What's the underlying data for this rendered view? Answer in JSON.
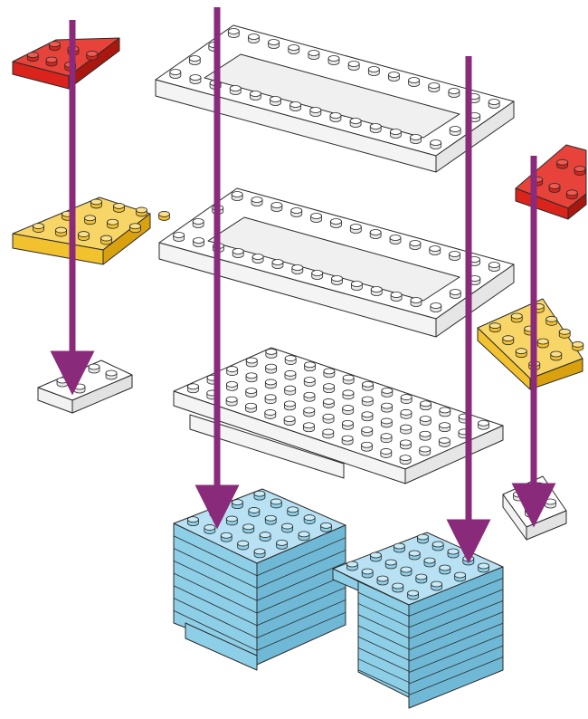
{
  "diagram": {
    "kind": "exploded brick assembly illustration",
    "text_labels": []
  },
  "colors": {
    "background": "#ffffff",
    "outline": "#2b2b2b",
    "brick_red": "#d9231b",
    "brick_yellow": "#f2c12e",
    "brick_white": "#ffffff",
    "brick_blue": "#8ecfe8",
    "assembly_arrow": "#8a2a7a"
  },
  "parts": [
    {
      "id": "red-plate-left",
      "color": "red"
    },
    {
      "id": "yellow-plate-left",
      "color": "yellow"
    },
    {
      "id": "white-plate-left-small",
      "color": "white"
    },
    {
      "id": "white-frame-top",
      "color": "white"
    },
    {
      "id": "white-frame-middle",
      "color": "white"
    },
    {
      "id": "white-layer-bottom",
      "color": "white"
    },
    {
      "id": "blue-block-left",
      "color": "blue"
    },
    {
      "id": "blue-block-right",
      "color": "blue"
    },
    {
      "id": "red-plate-right",
      "color": "red"
    },
    {
      "id": "yellow-plate-right",
      "color": "yellow"
    },
    {
      "id": "white-plate-right-small",
      "color": "white"
    }
  ],
  "arrows": [
    {
      "id": "arrow-left",
      "from": "red-plate-left",
      "to": "white-plate-left-small"
    },
    {
      "id": "arrow-center-left",
      "from": "white-frame-top",
      "to": "blue-block-left"
    },
    {
      "id": "arrow-center-right",
      "from": "white-frame-top",
      "to": "blue-block-right"
    },
    {
      "id": "arrow-right",
      "from": "red-plate-right",
      "to": "white-plate-right-small"
    }
  ]
}
